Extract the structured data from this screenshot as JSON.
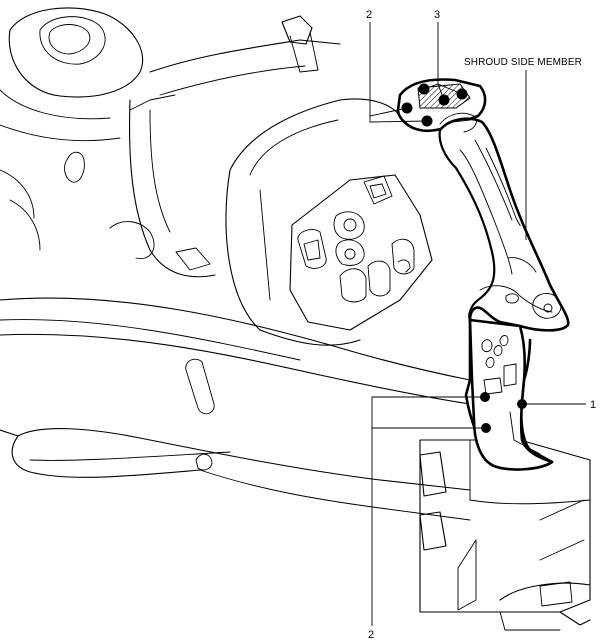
{
  "callouts": {
    "c1": "1",
    "c2_top": "2",
    "c2_bottom": "2",
    "c3": "3"
  },
  "labels": {
    "shroud_side_member": "SHROUD SIDE MEMBER"
  }
}
